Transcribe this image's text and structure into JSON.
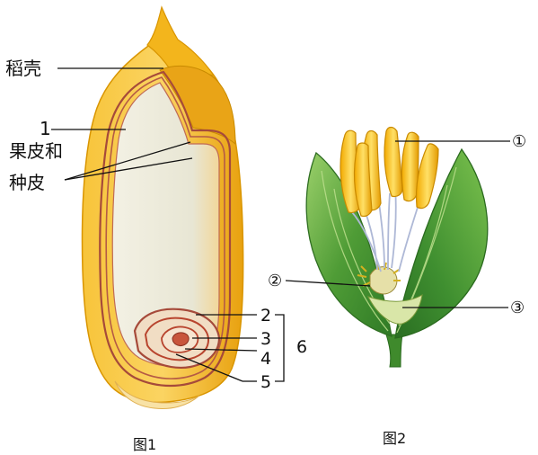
{
  "figure1": {
    "caption": "图1",
    "labels": {
      "husk": "稻壳",
      "part1": "1",
      "pericarp_line1": "果皮和",
      "pericarp_line2": "种皮",
      "part2": "2",
      "part3": "3",
      "part4": "4",
      "part5": "5",
      "part6": "6"
    }
  },
  "figure2": {
    "caption": "图2",
    "labels": {
      "c1": "①",
      "c2": "②",
      "c3": "③"
    }
  },
  "colors": {
    "husk": "#f0b21c",
    "husk_dark": "#d99500",
    "endosperm": "#ece9da",
    "seed_coat": "#a64a3a",
    "embryo": "#b8442e",
    "leaf_green": "#4c9a37",
    "leaf_light": "#8fc45a",
    "anther": "#f5c518",
    "filament": "#b9c2d8"
  }
}
